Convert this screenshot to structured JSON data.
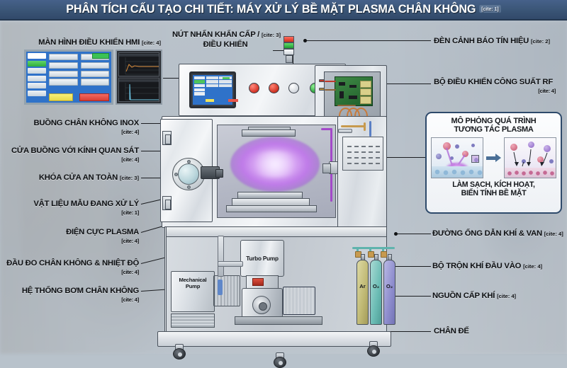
{
  "header": {
    "title": "PHÂN TÍCH CẤU TẠO CHI TIẾT: MÁY XỬ LÝ BỀ MẶT PLASMA CHÂN KHÔNG",
    "cite": "[cite: 1]"
  },
  "labels_left": [
    {
      "id": "hmi",
      "text": "MÀN HÌNH ĐIỀU KHIỂN HMI",
      "cite": "[cite: 4]",
      "cite_inline": true
    },
    {
      "id": "chamber",
      "text": "BUỒNG CHÂN KHÔNG INOX",
      "cite": "[cite: 4]",
      "cite_inline": false
    },
    {
      "id": "door",
      "text": "CỬA BUỒNG VỚI KÍNH QUAN SÁT",
      "cite": "[cite: 4]",
      "cite_inline": false
    },
    {
      "id": "interlock",
      "text": "KHÓA CỬA AN TOÀN",
      "cite": "[cite: 3]",
      "cite_inline": true
    },
    {
      "id": "sample",
      "text": "VẬT LIỆU MẪU ĐANG XỬ LÝ",
      "cite": "[cite: 1]",
      "cite_inline": false
    },
    {
      "id": "electrode",
      "text": "ĐIỆN CỰC PLASMA",
      "cite": "[cite: 4]",
      "cite_inline": false
    },
    {
      "id": "sensors",
      "text": "ĐẦU ĐO CHÂN KHÔNG & NHIỆT ĐỘ",
      "cite": "[cite: 4]",
      "cite_inline": false
    },
    {
      "id": "pumps",
      "text": "HỆ THỐNG BƠM CHÂN KHÔNG",
      "cite": "[cite: 4]",
      "cite_inline": false
    }
  ],
  "labels_top": [
    {
      "id": "estop",
      "line1": "NÚT NHẤN KHẨN CẤP /",
      "cite": "[cite: 3]",
      "line2": "ĐIỀU KHIỂN"
    }
  ],
  "labels_right": [
    {
      "id": "tower",
      "text": "ĐÈN CẢNH BÁO TÍN HIỆU",
      "cite": "[cite: 2]",
      "cite_inline": true
    },
    {
      "id": "rf",
      "text": "BỘ ĐIỀU KHIỂN CÔNG SUẤT RF",
      "cite": "[cite: 4]",
      "cite_inline": false
    },
    {
      "id": "gasline",
      "text": "ĐƯỜNG ỐNG DẪN KHÍ & VAN",
      "cite": "[cite: 4]",
      "cite_inline": true
    },
    {
      "id": "mixer",
      "text": "BỘ TRỘN KHÍ ĐẦU VÀO",
      "cite": "[cite: 4]",
      "cite_inline": true
    },
    {
      "id": "gassrc",
      "text": "NGUỒN CẤP KHÍ",
      "cite": "[cite: 4]",
      "cite_inline": true
    },
    {
      "id": "basefr",
      "text": "CHÂN ĐẾ",
      "cite": "",
      "cite_inline": true
    }
  ],
  "simulation": {
    "title_line1": "MÔ PHỎNG QUÁ TRÌNH",
    "title_line2": "TƯƠNG TÁC PLASMA",
    "caption_line1": "LÀM SẠCH, KÍCH HOẠT,",
    "caption_line2": "BIẾN TÍNH BỀ MẶT"
  },
  "machine": {
    "turbo_pump_label": "Turbo Pump",
    "mechanical_pump_line1": "Mechanical",
    "mechanical_pump_line2": "Pump",
    "gas_cylinders": [
      {
        "label": "Ar",
        "color": "#bfb873"
      },
      {
        "label": "O₂",
        "color": "#6bbcb4"
      },
      {
        "label": "O₂",
        "color": "#8d8ccd"
      }
    ],
    "panel_buttons": [
      {
        "name": "emergency-stop",
        "color": "#d8392c"
      },
      {
        "name": "stop",
        "color": "#cf3324"
      },
      {
        "name": "reset",
        "color": "#d3d8de"
      },
      {
        "name": "start",
        "color": "#2ba23b"
      }
    ],
    "tower_lamp_segments": [
      "#d32b1b",
      "#1f9b32",
      "#cfd5db"
    ]
  },
  "colors": {
    "title_bar": "#3a5576",
    "background": "#b8c2cb",
    "plasma": "#bf7be8",
    "accent_blue": "#2e4a6b"
  }
}
